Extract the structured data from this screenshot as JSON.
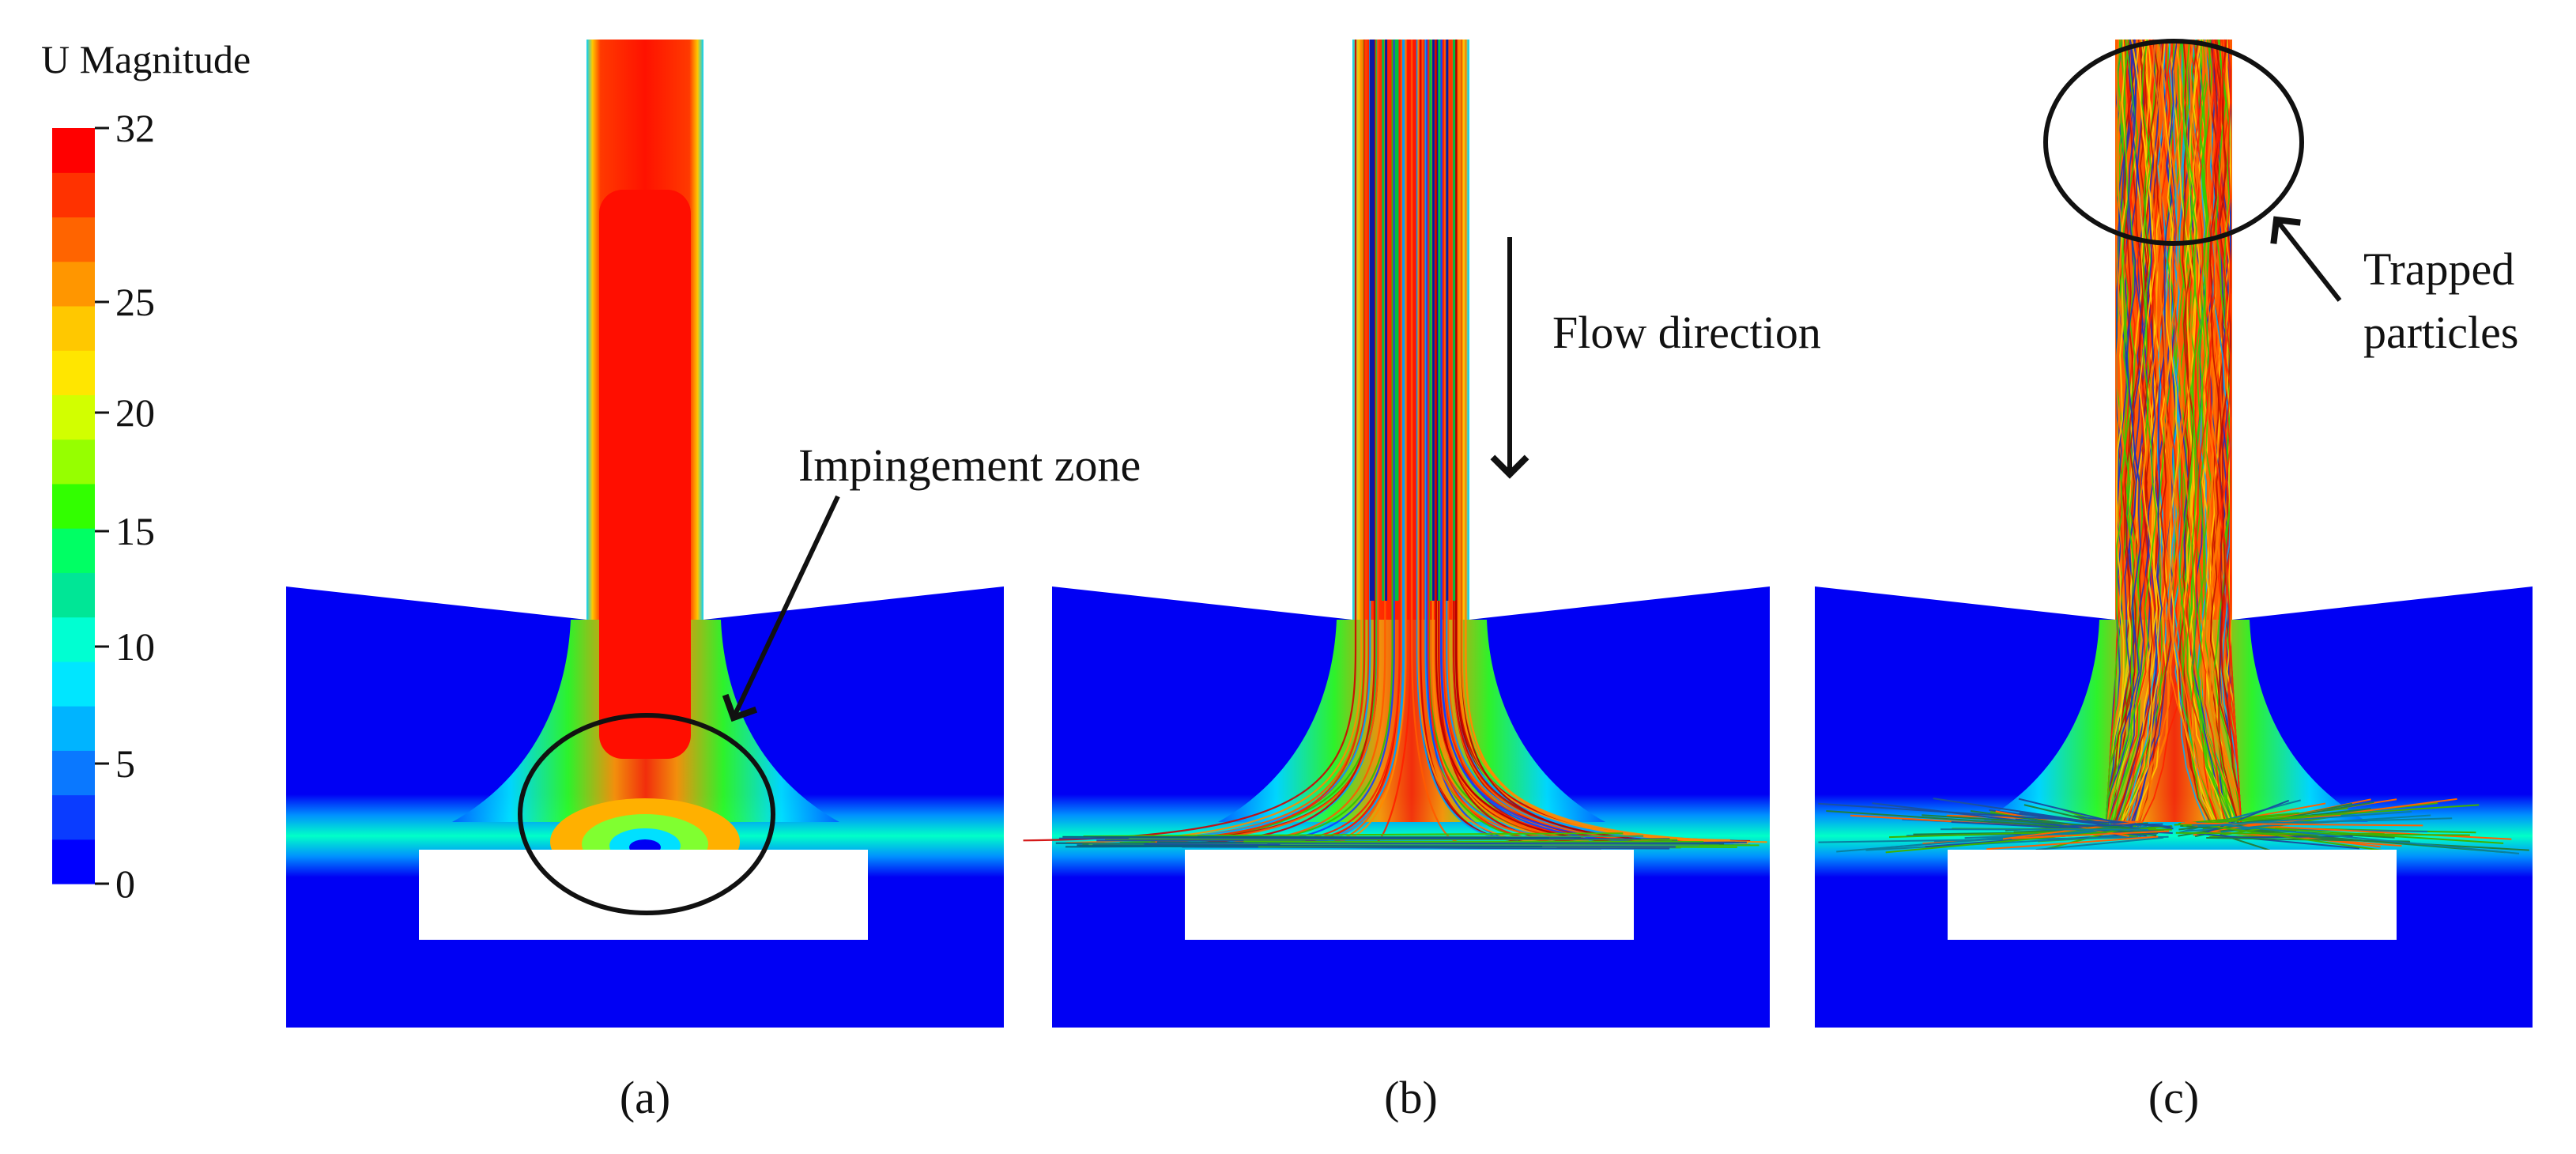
{
  "legend": {
    "title": "U Magnitude",
    "ticks": [
      "32",
      "25",
      "20",
      "15",
      "10",
      "5",
      "0"
    ],
    "color_stops": [
      "#0000ff",
      "#0a3cff",
      "#0a78ff",
      "#00b4ff",
      "#00e6ff",
      "#00ffd2",
      "#00e696",
      "#00ff64",
      "#32ff00",
      "#96ff00",
      "#d2ff00",
      "#ffe600",
      "#ffc800",
      "#ff9600",
      "#ff6400",
      "#ff3200",
      "#ff0000"
    ]
  },
  "panels": [
    {
      "label": "(a)",
      "view": "velocity-contour"
    },
    {
      "label": "(b)",
      "view": "streamlines"
    },
    {
      "label": "(c)",
      "view": "particle-tracks"
    }
  ],
  "annotations": {
    "impingement": "Impingement zone",
    "flow": "Flow direction",
    "trapped_line1": "Trapped",
    "trapped_line2": "particles"
  },
  "colors": {
    "background_field": "#0000f4",
    "jet_core": "#ff1500",
    "jet_edge": "#ff4a00",
    "ink": "#111111"
  }
}
